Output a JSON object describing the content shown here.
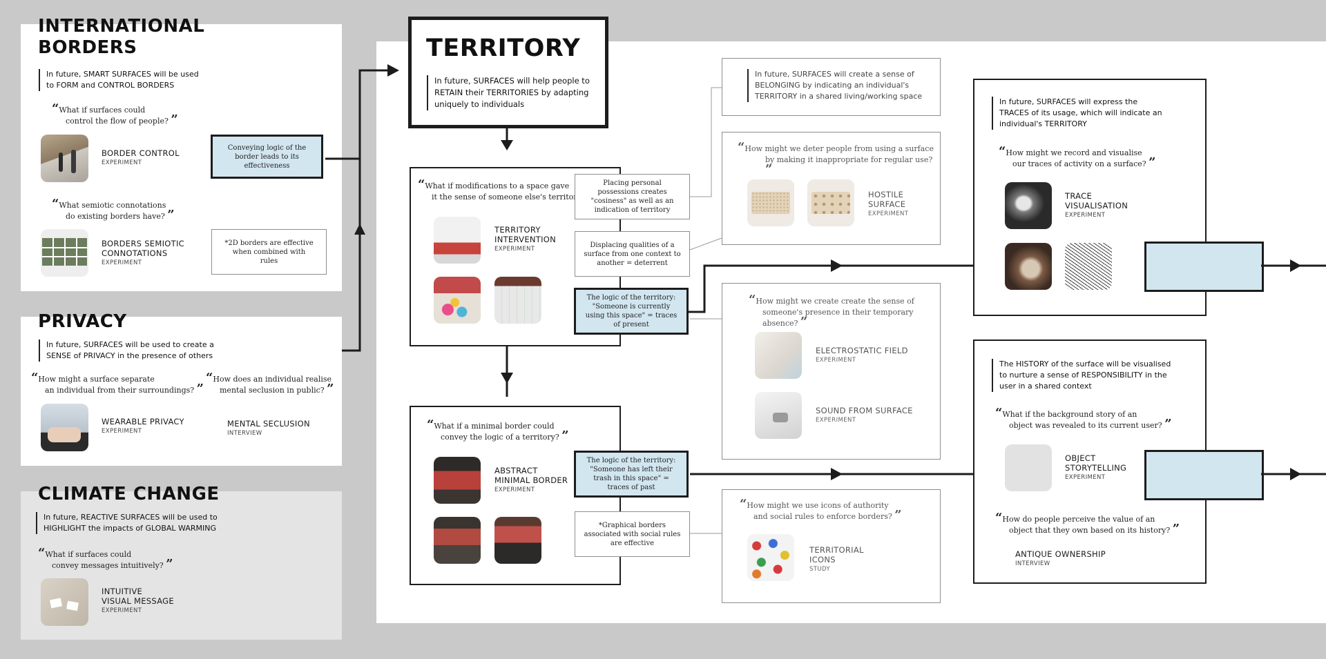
{
  "international_borders": {
    "title": "INTERNATIONAL BORDERS",
    "statement": "In future, SMART SURFACES will be used to FORM and CONTROL BORDERS",
    "q1_line1": "What if surfaces could",
    "q1_line2": "control the flow of people?",
    "item1_label": "BORDER CONTROL",
    "item1_type": "EXPERIMENT",
    "q2_line1": "What semiotic connotations",
    "q2_line2": "do existing borders have?",
    "item2_label_line1": "BORDERS SEMIOTIC",
    "item2_label_line2": "CONNOTATIONS",
    "item2_type": "EXPERIMENT",
    "note_logic": "Conveying logic of the border leads to its effectiveness",
    "note_rules": "*2D borders are effective when combined with rules"
  },
  "privacy": {
    "title": "PRIVACY",
    "statement": "In future, SURFACES will be used to create a SENSE of PRIVACY in the presence of others",
    "q1_line1": "How might a surface separate",
    "q1_line2": "an individual from their surroundings?",
    "q2_line1": "How does an individual realise",
    "q2_line2": "mental seclusion in public?",
    "item1_label": "WEARABLE PRIVACY",
    "item1_type": "EXPERIMENT",
    "item2_label": "MENTAL SECLUSION",
    "item2_type": "INTERVIEW"
  },
  "climate": {
    "title": "CLIMATE CHANGE",
    "statement": "In future, REACTIVE SURFACES will be used to HIGHLIGHT the impacts of GLOBAL WARMING",
    "q1_line1": "What if surfaces could",
    "q1_line2": "convey messages intuitively?",
    "item1_label_line1": "INTUITIVE",
    "item1_label_line2": "VISUAL MESSAGE",
    "item1_type": "EXPERIMENT"
  },
  "territory": {
    "title": "TERRITORY",
    "statement": "In future, SURFACES will help people to RETAIN their TERRITORIES by adapting uniquely to individuals"
  },
  "territory_intervention": {
    "q_line1": "What if modifications to a space gave",
    "q_line2": "it the sense of someone else's territory?",
    "label_line1": "TERRITORY",
    "label_line2": "INTERVENTION",
    "type": "EXPERIMENT",
    "note1": "Placing personal possessions creates \"cosiness\" as well as an indication of territory",
    "note2": "Displacing qualities of a surface from one context to another = deterrent",
    "note3": "The logic of the territory: \"Someone is currently using this space\" = traces of present"
  },
  "minimal_border": {
    "q_line1": "What if a minimal border could",
    "q_line2": "convey the logic of a territory?",
    "label_line1": "ABSTRACT",
    "label_line2": "MINIMAL BORDER",
    "type": "EXPERIMENT",
    "note1": "The logic of the territory: \"Someone has left their trash in this space\" = traces of past",
    "note2": "*Graphical borders associated with social rules are effective"
  },
  "belonging": {
    "statement": "In future, SURFACES will create a sense of BELONGING by indicating an individual's TERRITORY in a shared living/working space"
  },
  "hostile": {
    "q_line1": "How might we deter people from using a surface",
    "q_line2": "by making it inappropriate for regular use?",
    "label_line1": "HOSTILE",
    "label_line2": "SURFACE",
    "type": "EXPERIMENT"
  },
  "presence": {
    "q_line1": "How might we create create the sense of",
    "q_line2": "someone's presence in their temporary absence?",
    "item1_label": "ELECTROSTATIC FIELD",
    "item1_type": "EXPERIMENT",
    "item2_label": "SOUND FROM SURFACE",
    "item2_type": "EXPERIMENT"
  },
  "icons_study": {
    "q_line1": "How might we use icons of authority",
    "q_line2": "and social rules to enforce borders?",
    "label_line1": "TERRITORIAL",
    "label_line2": "ICONS",
    "type": "STUDY"
  },
  "traces": {
    "statement": "In future, SURFACES will express the TRACES of its usage, which will indicate an individual's TERRITORY",
    "q_line1": "How might we record and visualise",
    "q_line2": "our traces of activity on a surface?",
    "label_line1": "TRACE",
    "label_line2": "VISUALISATION",
    "type": "EXPERIMENT"
  },
  "history": {
    "statement": "The HISTORY of the surface will be visualised to nurture a sense of RESPONSIBILITY in the user in a shared context",
    "q1_line1": "What if the background story of an",
    "q1_line2": "object was revealed to its current user?",
    "item1_label_line1": "OBJECT",
    "item1_label_line2": "STORYTELLING",
    "item1_type": "EXPERIMENT",
    "q2_line1": "How do people perceive the value of an",
    "q2_line2": "object that they own based on its history?",
    "item2_label": "ANTIQUE OWNERSHIP",
    "item2_type": "INTERVIEW"
  },
  "colors": {
    "accent_blue": "#d2e6f0",
    "line": "#1c1c1c",
    "background": "#c8c9c8"
  }
}
